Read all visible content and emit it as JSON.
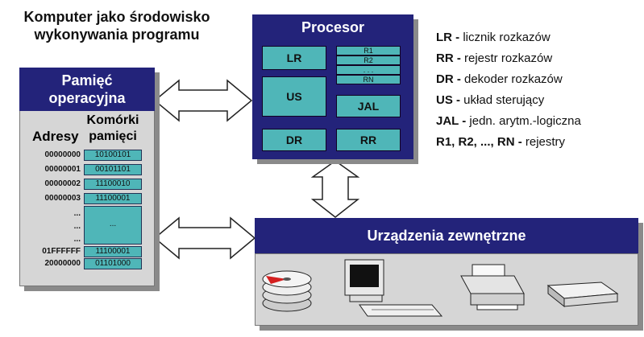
{
  "title": [
    "Komputer jako środowisko",
    "wykonywania programu"
  ],
  "memory": {
    "header": [
      "Pamięć",
      "operacyjna"
    ],
    "addresses_label": "Adresy",
    "cells_label": [
      "Komórki",
      "pamięci"
    ],
    "rows": [
      {
        "address": "00000000",
        "value": "10100101"
      },
      {
        "address": "00000001",
        "value": "00101101"
      },
      {
        "address": "00000002",
        "value": "11100010"
      },
      {
        "address": "00000003",
        "value": "11100001"
      },
      {
        "address": "...",
        "value": ""
      },
      {
        "address": "...",
        "value": "..."
      },
      {
        "address": "...",
        "value": ""
      },
      {
        "address": "01FFFFFF",
        "value": "11100001"
      },
      {
        "address": "20000000",
        "value": "01101000"
      }
    ]
  },
  "processor": {
    "title": "Procesor",
    "lr": "LR",
    "us": "US",
    "dr": "DR",
    "rr": "RR",
    "jal": "JAL",
    "registers": [
      "R1",
      "R2",
      ". . .",
      "RN"
    ]
  },
  "legend": [
    {
      "key": "LR -",
      "text": "licznik rozkazów"
    },
    {
      "key": "RR -",
      "text": "rejestr rozkazów"
    },
    {
      "key": "DR -",
      "text": "dekoder rozkazów"
    },
    {
      "key": "US -",
      "text": "układ sterujący"
    },
    {
      "key": "JAL -",
      "text": "jedn. arytm.-logiczna"
    },
    {
      "key": "R1, R2, ..., RN -",
      "text": "rejestry"
    }
  ],
  "devices": {
    "title": "Urządzenia zewnętrzne",
    "icons": [
      "disk-stack-icon",
      "computer-monitor-icon",
      "printer-icon",
      "scanner-icon"
    ]
  },
  "colors": {
    "navy": "#23237a",
    "teal": "#4fb6b8",
    "panel": "#d6d6d6",
    "shadow": "#8a8a8a"
  }
}
